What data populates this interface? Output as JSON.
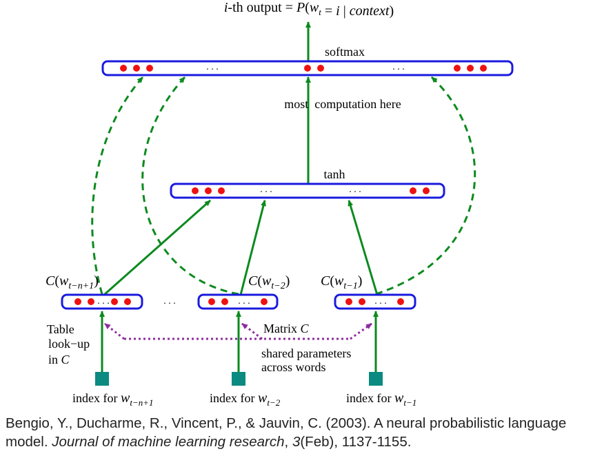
{
  "diagram": {
    "top_title": "i-th output = P(w_t = i | context)",
    "softmax_label": "softmax",
    "most_computation_label": "most  computation here",
    "tanh_label": "tanh",
    "ellipsis": ". . .",
    "layer_ellipsis": ". . .",
    "emb_labels": {
      "left": "C(w_{t−n+1})",
      "middle": "C(w_{t−2})",
      "right": "C(w_{t−1})"
    },
    "table_lookup_lines": [
      "Table",
      "look−up",
      "in C"
    ],
    "matrix_label": "Matrix C",
    "shared_lines": [
      "shared parameters",
      "across words"
    ],
    "index_labels": {
      "left": "index for w_{t−n+1}",
      "middle": "index for w_{t−2}",
      "right": "index for w_{t−1}"
    },
    "colors": {
      "box_stroke": "#1a1adf",
      "dot": "#ee1111",
      "arrow": "#0b8a1e",
      "dashed": "#0b8a1e",
      "shared_dotted": "#8e2c9e",
      "index_square": "#0a8a80"
    }
  },
  "citation": {
    "text_before_journal": "Bengio, Y., Ducharme, R., Vincent, P., & Jauvin, C. (2003). A neural probabilistic language model. ",
    "journal": "Journal of machine learning research",
    "text_between": ", ",
    "volume": "3",
    "text_after": "(Feb), 1137-1155."
  }
}
